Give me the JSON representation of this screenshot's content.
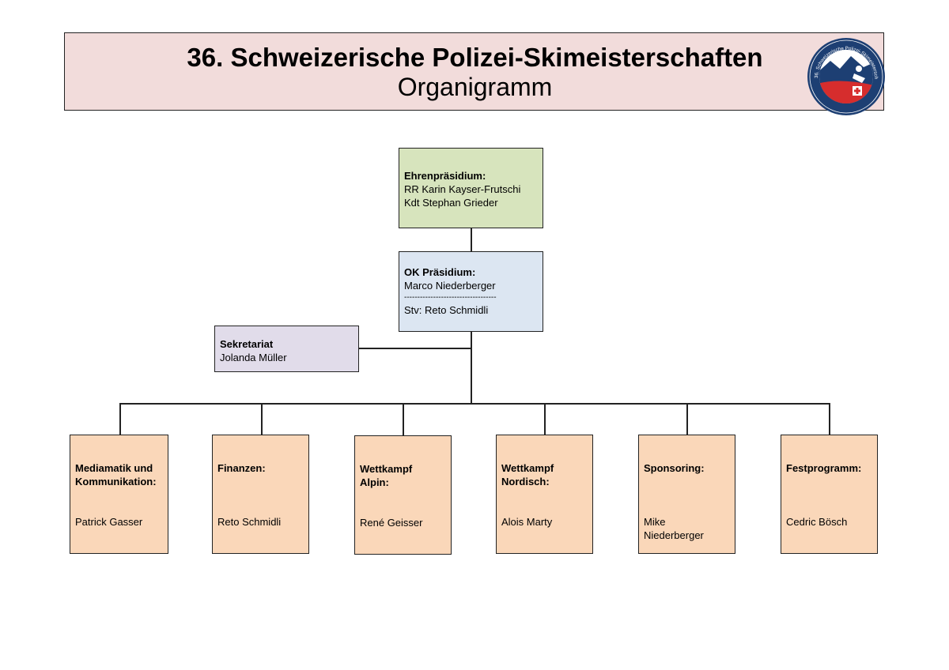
{
  "header": {
    "title": "36. Schweizerische Polizei-Skimeisterschaften",
    "subtitle": "Organigramm",
    "logo_text": "36. Schweizerische Polizei-Skimeisterschaft · 11./12.03.2026 · Jochpass"
  },
  "ehrenpraesidium": {
    "heading": "Ehrenpräsidium:",
    "line1": "RR Karin Kayser-Frutschi",
    "line2": "Kdt Stephan Grieder"
  },
  "ok_praesidium": {
    "heading": "OK Präsidium:",
    "line1": "Marco Niederberger",
    "separator": "-----------------------------------",
    "line2": "Stv: Reto Schmidli"
  },
  "sekretariat": {
    "heading": "Sekretariat",
    "line1": "Jolanda Müller"
  },
  "departments": [
    {
      "heading": "Mediamatik und Kommunikation:",
      "person": "Patrick Gasser"
    },
    {
      "heading": "Finanzen:",
      "person": "Reto Schmidli"
    },
    {
      "heading": "Wettkampf Alpin:",
      "person": "René Geisser"
    },
    {
      "heading": "Wettkampf Nordisch:",
      "person": "Alois Marty"
    },
    {
      "heading": "Sponsoring:",
      "person": "Mike Niederberger"
    },
    {
      "heading": "Festprogramm:",
      "person": "Cedric Bösch"
    }
  ],
  "colors": {
    "header_bg": "#f2dcdb",
    "ehren_bg": "#d7e4bd",
    "ok_bg": "#dce6f2",
    "sekretariat_bg": "#e1dcea",
    "department_bg": "#fad7b9"
  }
}
